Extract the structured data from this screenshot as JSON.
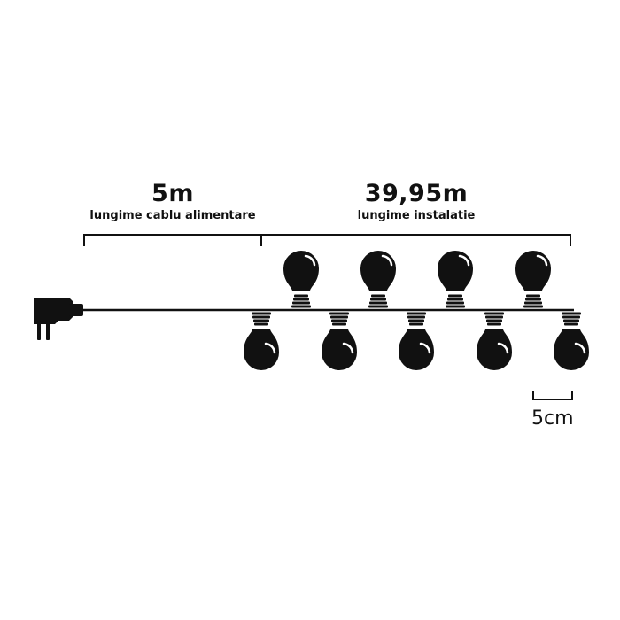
{
  "cable": {
    "length": "5m",
    "caption": "lungime cablu alimentare"
  },
  "installation": {
    "length": "39,95m",
    "caption": "lungime instalatie"
  },
  "bulb_spacing": {
    "label": "5cm"
  },
  "bulbs": {
    "top_count": 4,
    "bottom_count": 5
  },
  "colors": {
    "ink": "#111111",
    "background": "#ffffff"
  },
  "icons": {
    "plug": "power-plug-icon",
    "bulb": "light-bulb-icon"
  }
}
